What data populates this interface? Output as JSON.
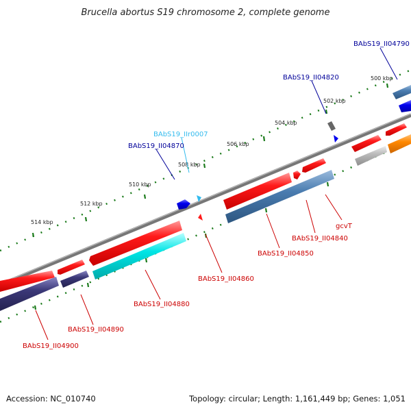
{
  "title": "Brucella abortus S19 chromosome 2, complete genome",
  "footer": {
    "accession": "Accession: NC_010740",
    "summary": "Topology: circular; Length: 1,161,449 bp; Genes: 1,051"
  },
  "kbp_labels": [
    "500 kbp",
    "502 kbp",
    "504 kbp",
    "506 kbp",
    "508 kbp",
    "510 kbp",
    "512 kbp",
    "514 kbp"
  ],
  "colors": {
    "backbone": "#777777",
    "cds_red": "#ff1a1a",
    "cds_steelblue": "#4477aa",
    "cds_darkpurple": "#3b3878",
    "cds_cyan": "#00e5e5",
    "cds_orange": "#ff8800",
    "cds_gray": "#bbbbbb",
    "cds_blue": "#0000ee",
    "tick_green": "#1a7a1a",
    "label_red": "#cc0000",
    "label_blue": "#000099",
    "label_cyan": "#33bbee"
  },
  "gene_labels": {
    "g04790": "BAbS19_II04790",
    "g04820": "BAbS19_II04820",
    "g0007": "BAbS19_IIr0007",
    "g04870": "BAbS19_II04870",
    "gcvt": "gcvT",
    "g04840": "BAbS19_II04840",
    "g04850": "BAbS19_II04850",
    "g04860": "BAbS19_II04860",
    "g04880": "BAbS19_II04880",
    "g04890": "BAbS19_II04890",
    "g04900": "BAbS19_II04900"
  }
}
